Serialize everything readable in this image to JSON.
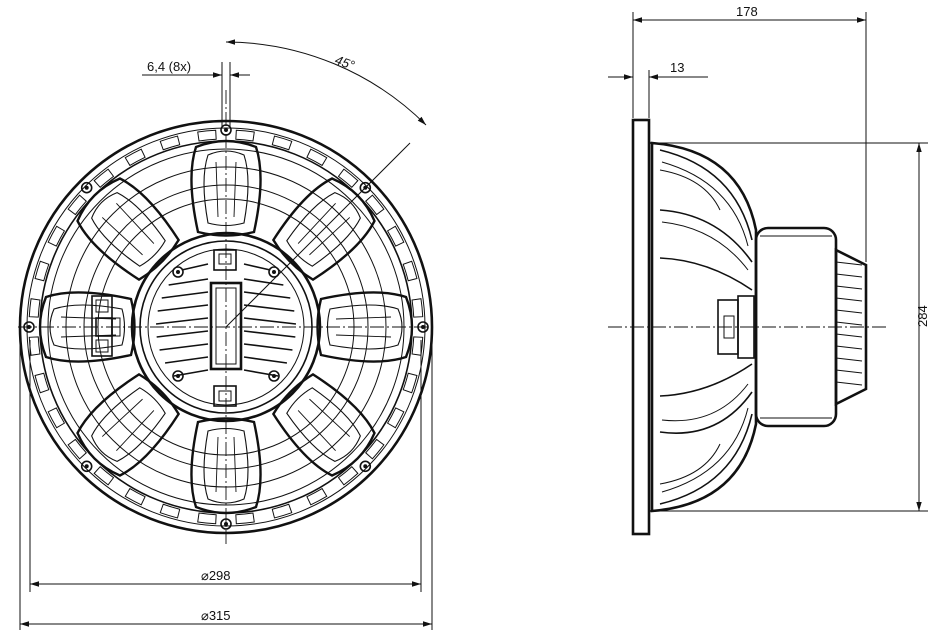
{
  "front_view": {
    "hole_dim_label": "6,4 (8x)",
    "angle_label": "45°",
    "inner_diameter_label": "⌀298",
    "outer_diameter_label": "⌀315"
  },
  "side_view": {
    "depth_label": "178",
    "flange_thickness_label": "13",
    "height_label": "284"
  }
}
